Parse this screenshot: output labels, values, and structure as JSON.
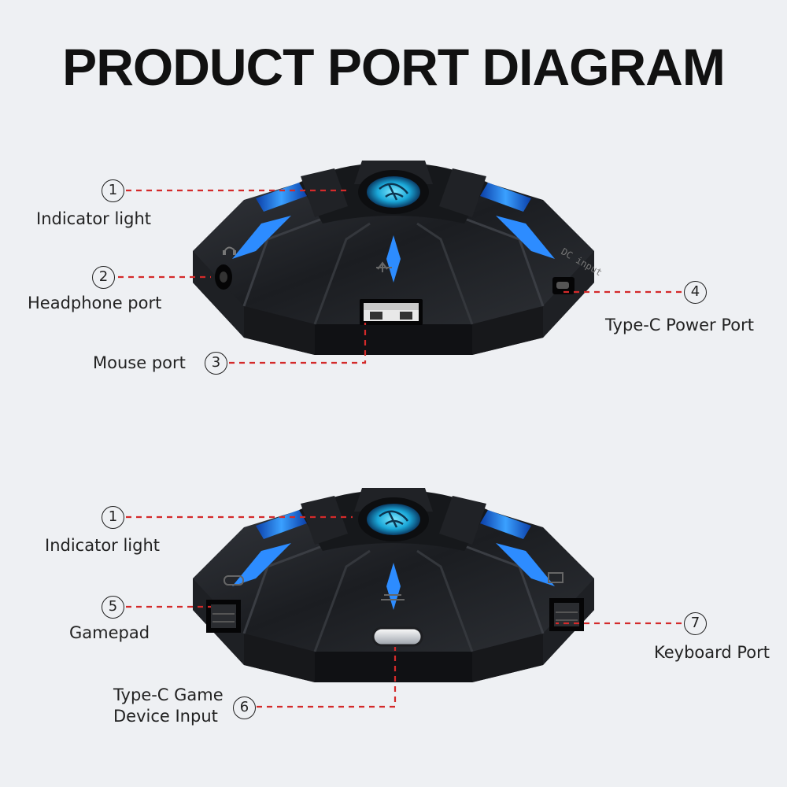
{
  "title": "PRODUCT PORT DIAGRAM",
  "colors": {
    "leader": "#d42a2a",
    "accent_blue": "#1e7cf5",
    "device_body": "#141518"
  },
  "top_device": {
    "markings": {
      "dc_input": "DC input"
    },
    "callouts": [
      {
        "number": "1",
        "label": "Indicator light"
      },
      {
        "number": "2",
        "label": "Headphone port"
      },
      {
        "number": "3",
        "label": "Mouse port"
      },
      {
        "number": "4",
        "label": "Type-C Power Port"
      }
    ]
  },
  "bottom_device": {
    "callouts": [
      {
        "number": "1",
        "label": "Indicator light"
      },
      {
        "number": "5",
        "label": "Gamepad"
      },
      {
        "number": "6",
        "label_line1": "Type-C Game",
        "label_line2": "Device Input"
      },
      {
        "number": "7",
        "label": "Keyboard Port"
      }
    ]
  },
  "icons": {
    "logo": "scorpion-logo-icon",
    "headphone": "headphone-icon",
    "gamepad": "gamepad-icon",
    "keyboard": "keyboard-icon",
    "usb": "usb-icon"
  }
}
